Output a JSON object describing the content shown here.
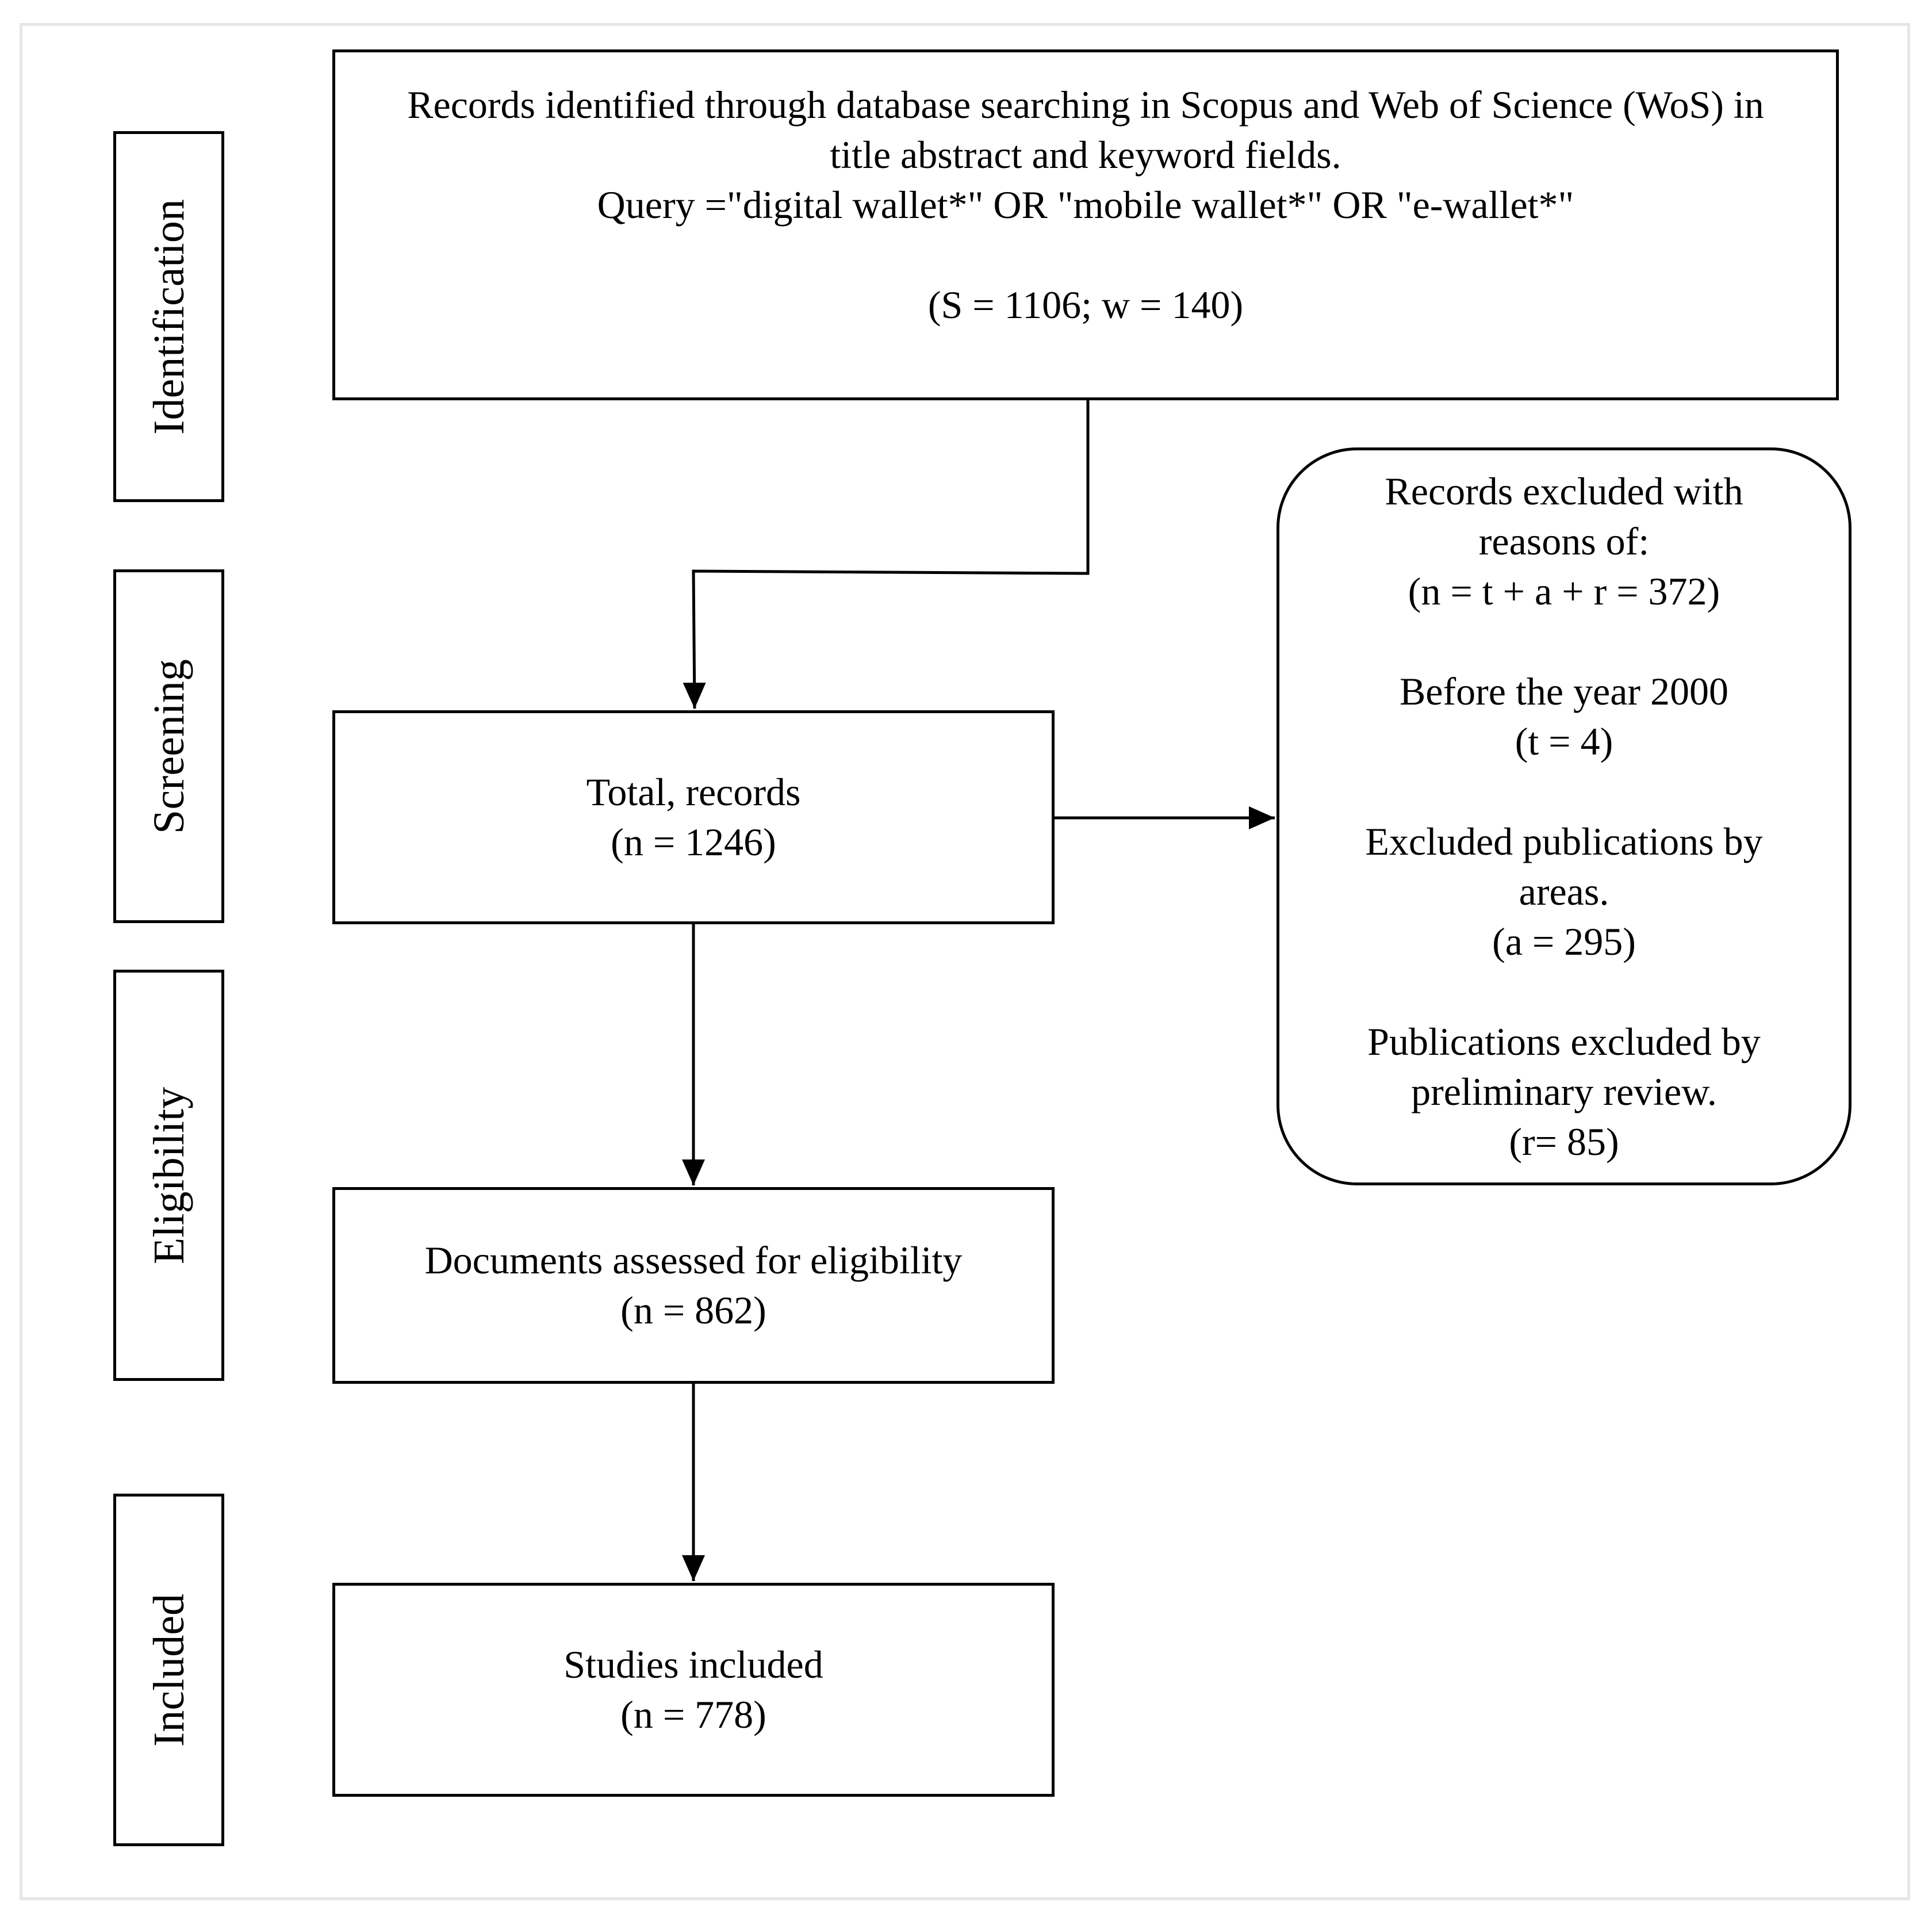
{
  "stages": {
    "identification": "Identification",
    "screening": "Screening",
    "eligibility": "Eligibility",
    "included": "Included"
  },
  "identification_box": {
    "line1": "Records identified through database searching in Scopus and Web of Science (WoS) in",
    "line2": "title abstract and keyword fields.",
    "line3": "Query =\"digital wallet*\" OR \"mobile wallet*\" OR \"e-wallet*\"",
    "counts": "(S = 1106; w = 140)"
  },
  "total_records_box": {
    "title": "Total, records",
    "count": "(n = 1246)"
  },
  "excluded_box": {
    "heading_line1": "Records excluded with",
    "heading_line2": "reasons of:",
    "formula": "(n = t + a + r = 372)",
    "reason_year_label": "Before the year 2000",
    "reason_year_count": "(t = 4)",
    "reason_area_line1": "Excluded publications by",
    "reason_area_line2": "areas.",
    "reason_area_count": "(a = 295)",
    "reason_review_line1": "Publications excluded by",
    "reason_review_line2": "preliminary review.",
    "reason_review_count": "(r= 85)"
  },
  "eligibility_box": {
    "title": "Documents assessed for eligibility",
    "count": "(n = 862)"
  },
  "included_box": {
    "title": "Studies included",
    "count": "(n = 778)"
  }
}
